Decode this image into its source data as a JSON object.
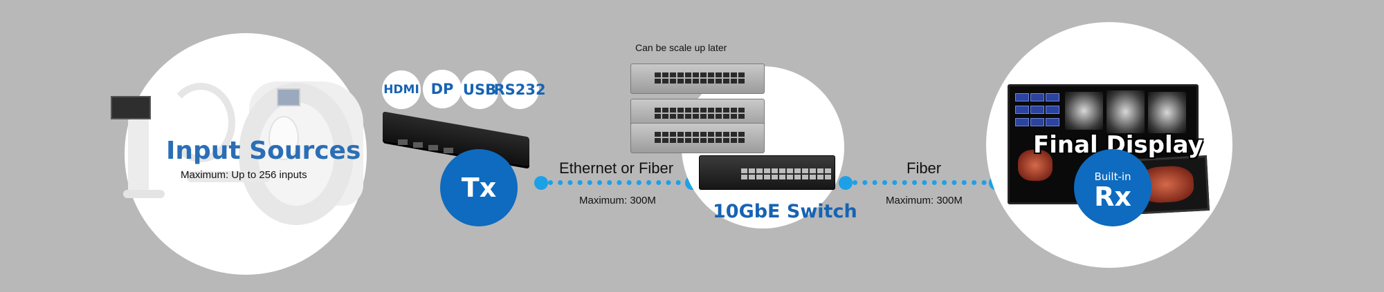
{
  "input_sources": {
    "title": "Input Sources",
    "subtitle": "Maximum: Up to 256 inputs"
  },
  "tx": {
    "interfaces": [
      "HDMI",
      "DP",
      "USB",
      "RS232"
    ],
    "label": "Tx"
  },
  "link1": {
    "medium": "Ethernet or Fiber",
    "max": "Maximum: 300M"
  },
  "switch": {
    "note": "Can be scale up later",
    "label": "10GbE Switch"
  },
  "link2": {
    "medium": "Fiber",
    "max": "Maximum: 300M"
  },
  "final_display": {
    "title": "Final Display",
    "rx_top": "Built-in",
    "rx_label": "Rx"
  },
  "colors": {
    "background": "#b8b8b8",
    "brand_blue": "#0e6bbf",
    "link_blue": "#1ea0e6",
    "label_blue": "#2a6fb5"
  }
}
